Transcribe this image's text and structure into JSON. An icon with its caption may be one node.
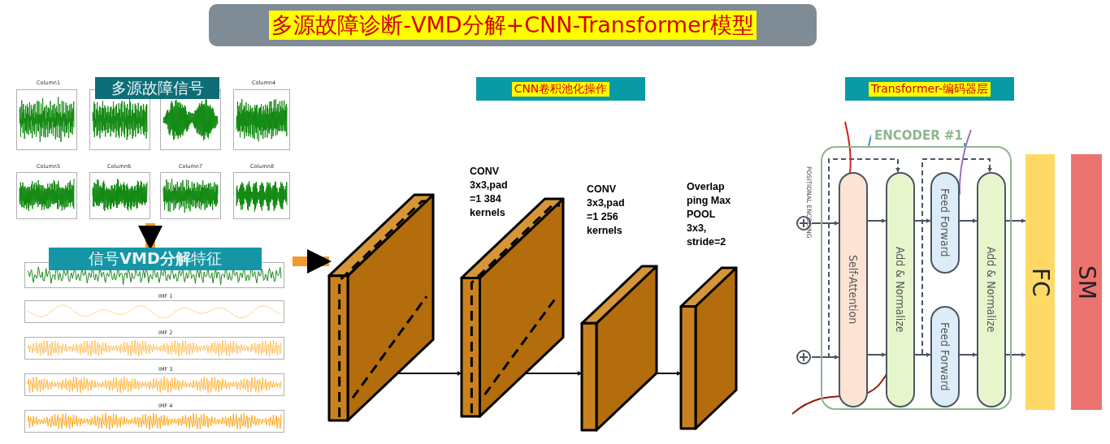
{
  "diagram": {
    "title": "多源故障诊断-VMD分解+CNN-Transformer模型",
    "nodes": [
      {
        "text": [
          "多源故障信号"
        ]
      },
      {
        "text": [
          "信号**VMD分解**特征"
        ]
      },
      {
        "text": [],
        "shape": "box"
      },
      {
        "text": [],
        "shape": "box",
        "beside": [
          "CONV 3x3,pad =1 384 kernels"
        ]
      },
      {
        "text": [],
        "shape": "box",
        "beside": [
          "CONV 3x3,pad =1 256 kernels"
        ]
      },
      {
        "text": [],
        "shape": "box",
        "beside": [
          "Overlap ping Max POOL 3x3, stride=2"
        ]
      },
      {
        "text": [
          "ENCODER #1"
        ]
      },
      {
        "text": [],
        "shape": "circle",
        "beside": [
          "POSITIONAL ENCODING"
        ]
      },
      {
        "text": [],
        "shape": "circle"
      },
      {
        "text": [
          "Self-Attention"
        ],
        "in": 6
      },
      {
        "text": [
          "Add & Normalize"
        ],
        "in": 6
      },
      {
        "text": [
          "Feed Forward"
        ],
        "in": 6
      },
      {
        "text": [
          "Feed Forward"
        ],
        "in": 6
      },
      {
        "text": [
          "Add & Normalize"
        ],
        "in": 6
      },
      {
        "text": [
          "FC"
        ]
      },
      {
        "text": [
          "SM"
        ]
      }
    ],
    "edges": [
      {
        "from": 0,
        "to": 1,
        "arrow": "to",
        "style": "thick",
        "color": "#f39a2e"
      },
      {
        "from": 1,
        "to": 2,
        "arrow": "to",
        "style": "thick",
        "color": "#f39a2e"
      },
      {
        "from": 2,
        "to": 3,
        "arrow": "to",
        "color": "#000000"
      },
      {
        "from": 3,
        "to": 4,
        "arrow": "to",
        "color": "#000000"
      },
      {
        "from": 4,
        "to": 5,
        "arrow": "to",
        "color": "#000000"
      },
      {
        "from": 7,
        "to": 9,
        "arrow": "to"
      },
      {
        "from": 8,
        "to": 9,
        "arrow": "to"
      },
      {
        "from": 9,
        "to": 10,
        "arrow": "to"
      },
      {
        "from": 9,
        "to": 10,
        "arrow": "to"
      },
      {
        "from": 10,
        "to": 11,
        "arrow": "to"
      },
      {
        "from": 10,
        "to": 12,
        "arrow": "to"
      },
      {
        "from": 11,
        "to": 13,
        "arrow": "to"
      },
      {
        "from": 12,
        "to": 13,
        "arrow": "to"
      },
      {
        "from": 13,
        "to": 14,
        "arrow": "to"
      },
      {
        "from": 13,
        "to": 14,
        "arrow": "to"
      },
      {
        "from": 8,
        "to": 10,
        "arrow": "to",
        "style": "dashed"
      },
      {
        "from": 10,
        "to": 13,
        "arrow": "to",
        "style": "dashed"
      },
      {
        "from": null,
        "to": 9,
        "arrow": "none",
        "color": "#d42020"
      },
      {
        "from": null,
        "to": 6,
        "arrow": "none",
        "color": "#3d8fdc"
      },
      {
        "from": null,
        "to": 6,
        "arrow": "none",
        "color": "#3d8fdc"
      },
      {
        "from": null,
        "to": 11,
        "arrow": "none",
        "color": "#9a6fc4"
      },
      {
        "from": null,
        "to": 10,
        "arrow": "none",
        "color": "#8b1a0a"
      }
    ],
    "labels": [
      "CNN卷积池化操作",
      "Transformer-编码器层",
      "Column1",
      "Column4",
      "Column5",
      "Column6",
      "Column7",
      "Column8",
      "IMF 1",
      "IMF 2",
      "IMF 3",
      "IMF 4"
    ]
  }
}
